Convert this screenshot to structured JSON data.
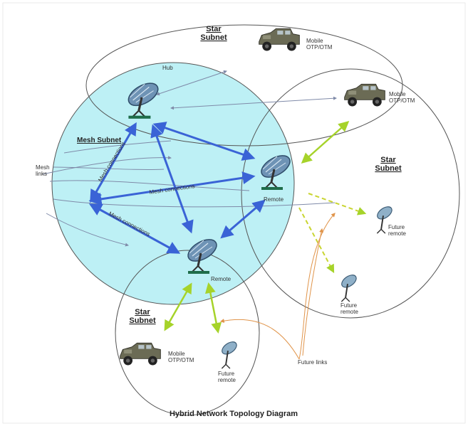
{
  "diagram": {
    "caption": "Hybrid Network Topology Diagram",
    "subnets": {
      "star_top": "Star\nSubnet",
      "star_right": "Star\nSubnet",
      "star_bottom": "Star\nSubnet",
      "mesh": "Mesh Subnet"
    },
    "nodes": {
      "hub": "Hub",
      "remote_right": "Remote",
      "remote_center": "Remote",
      "mobile_top": "Mobile\nOTP/OTM",
      "mobile_right": "Mobile\nOTP/OTM",
      "mobile_bottom": "Mobile\nOTP/OTM",
      "future_remote_right": "Future\nremote",
      "future_remote_mid": "Future\nremote",
      "future_remote_bottom": "Future\nremote"
    },
    "links": {
      "mesh_links": "Mesh\nlinks",
      "mesh_connections_1": "Mesh connections",
      "mesh_connections_2": "Mesh connections",
      "mesh_connections_3": "Mesh connections",
      "future_links": "Future links"
    },
    "colors": {
      "mesh_fill": "#bdf0f5",
      "mesh_arrow": "#3a63d6",
      "thin_arrow": "#7f8aa8",
      "star_link": "#a6d32a",
      "future_link": "#e0944a",
      "dish": "#5f86a8",
      "vehicle": "#5b5b4a"
    },
    "icons": [
      "satellite-dish-icon",
      "military-vehicle-icon"
    ]
  }
}
